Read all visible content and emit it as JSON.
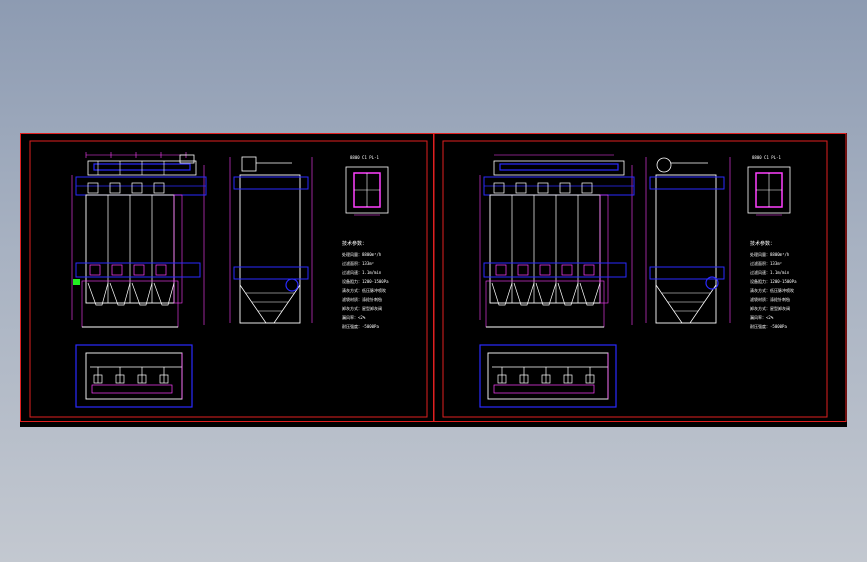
{
  "viewport": {
    "background_top": "#8d9bb2",
    "background_bottom": "#c3c8d0"
  },
  "drawing": {
    "colors": {
      "sheet": "#000000",
      "border": "#e02020",
      "structure": "#ffffff",
      "dimension": "#ff40ff",
      "platform": "#2a2aff",
      "selection": "#22ee22"
    },
    "sheets": [
      {
        "id": "left",
        "section_caption": "8800 C1 PL-1",
        "spec_title": "技术参数：",
        "spec_lines": [
          "处理风量：8800m³/h",
          "过滤面积：133m²",
          "过滤风速：1.1m/min",
          "设备阻力：1200-1500Pa",
          "清灰方式：低压脉冲喷吹",
          "滤袋材质：涤纶针刺毡",
          "卸灰方式：星型卸灰阀",
          "漏风率：<2%",
          "耐压强度：-5000Pa"
        ]
      },
      {
        "id": "right",
        "section_caption": "8800 C1 PL-1",
        "spec_title": "技术参数：",
        "spec_lines": [
          "处理风量：8800m³/h",
          "过滤面积：133m²",
          "过滤风速：1.1m/min",
          "设备阻力：1200-1500Pa",
          "清灰方式：低压脉冲喷吹",
          "滤袋材质：涤纶针刺毡",
          "卸灰方式：星型卸灰阀",
          "漏风率：<2%",
          "耐压强度：-5000Pa"
        ]
      }
    ]
  }
}
